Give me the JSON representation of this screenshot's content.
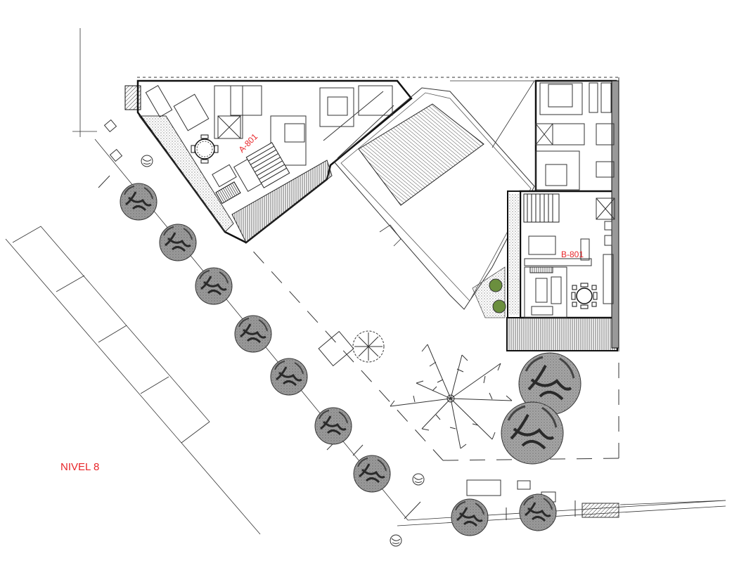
{
  "plan": {
    "level_label": "NIVEL 8",
    "unit_a_label": "A-801",
    "unit_b_label": "B-801"
  },
  "colors": {
    "label": "#e8262a",
    "line": "#1a1a1a",
    "tree_fill": "#8a8a8a",
    "tree_dark": "#3a3a3a",
    "shrub_green": "#6b8f3e"
  },
  "icons": [
    "tree-icon",
    "palm-tree-icon",
    "shrub-icon",
    "stair-icon",
    "bed-icon",
    "sofa-icon",
    "dining-table-icon"
  ]
}
